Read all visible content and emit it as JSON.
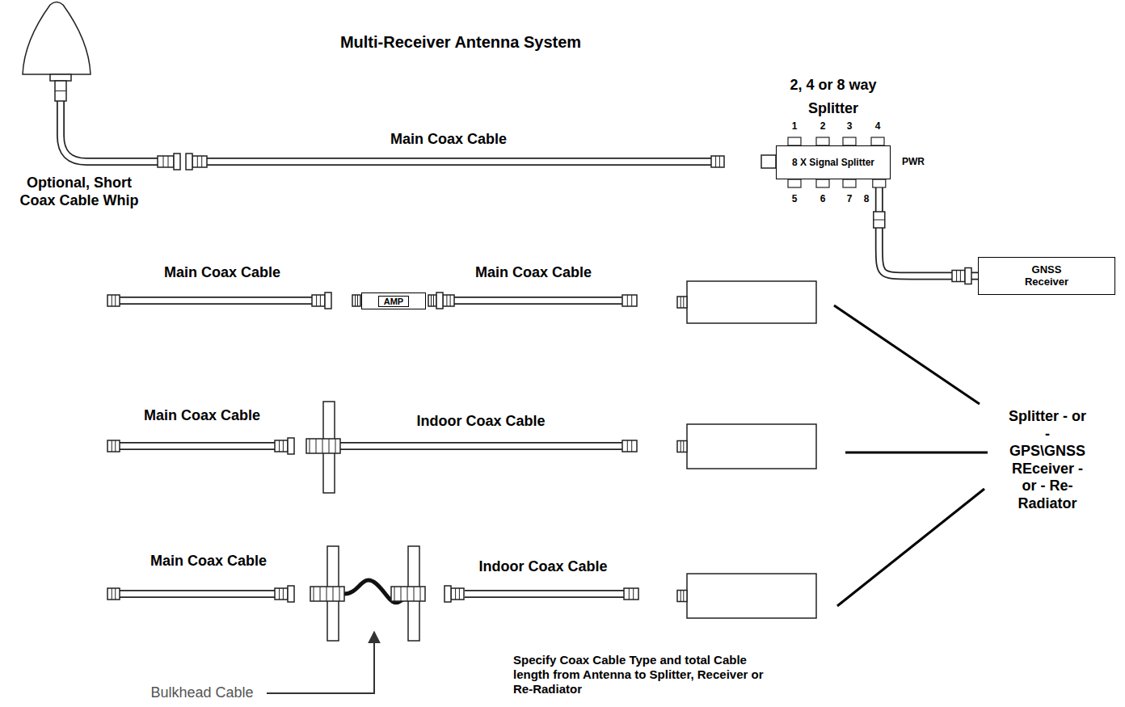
{
  "diagram": {
    "title": "Multi-Receiver Antenna System",
    "nodes": [
      {
        "text": [
          "2, 4 or 8 way Splitter",
          "8 X Signal Splitter"
        ]
      },
      {
        "text": [
          "GNSS Receiver"
        ]
      },
      {
        "text": [
          "AMP"
        ]
      }
    ],
    "edges": [
      {
        "from": 0,
        "to": 1,
        "arrow": "none"
      }
    ],
    "labels": [
      "Optional, Short Coax Cable Whip",
      "Main Coax Cable",
      "1",
      "2",
      "3",
      "4",
      "PWR",
      "5",
      "6",
      "7",
      "8",
      "Main Coax Cable",
      "Main Coax Cable",
      "Splitter - or - GPS\\GNSS REceiver - or - Re-Radiator",
      "Main Coax Cable",
      "Indoor Coax Cable",
      "Main Coax Cable",
      "Indoor Coax Cable",
      "Bulkhead Cable",
      "Specify Coax Cable Type and total Cable length from Antenna to Splitter, Receiver or Re-Radiator"
    ]
  }
}
